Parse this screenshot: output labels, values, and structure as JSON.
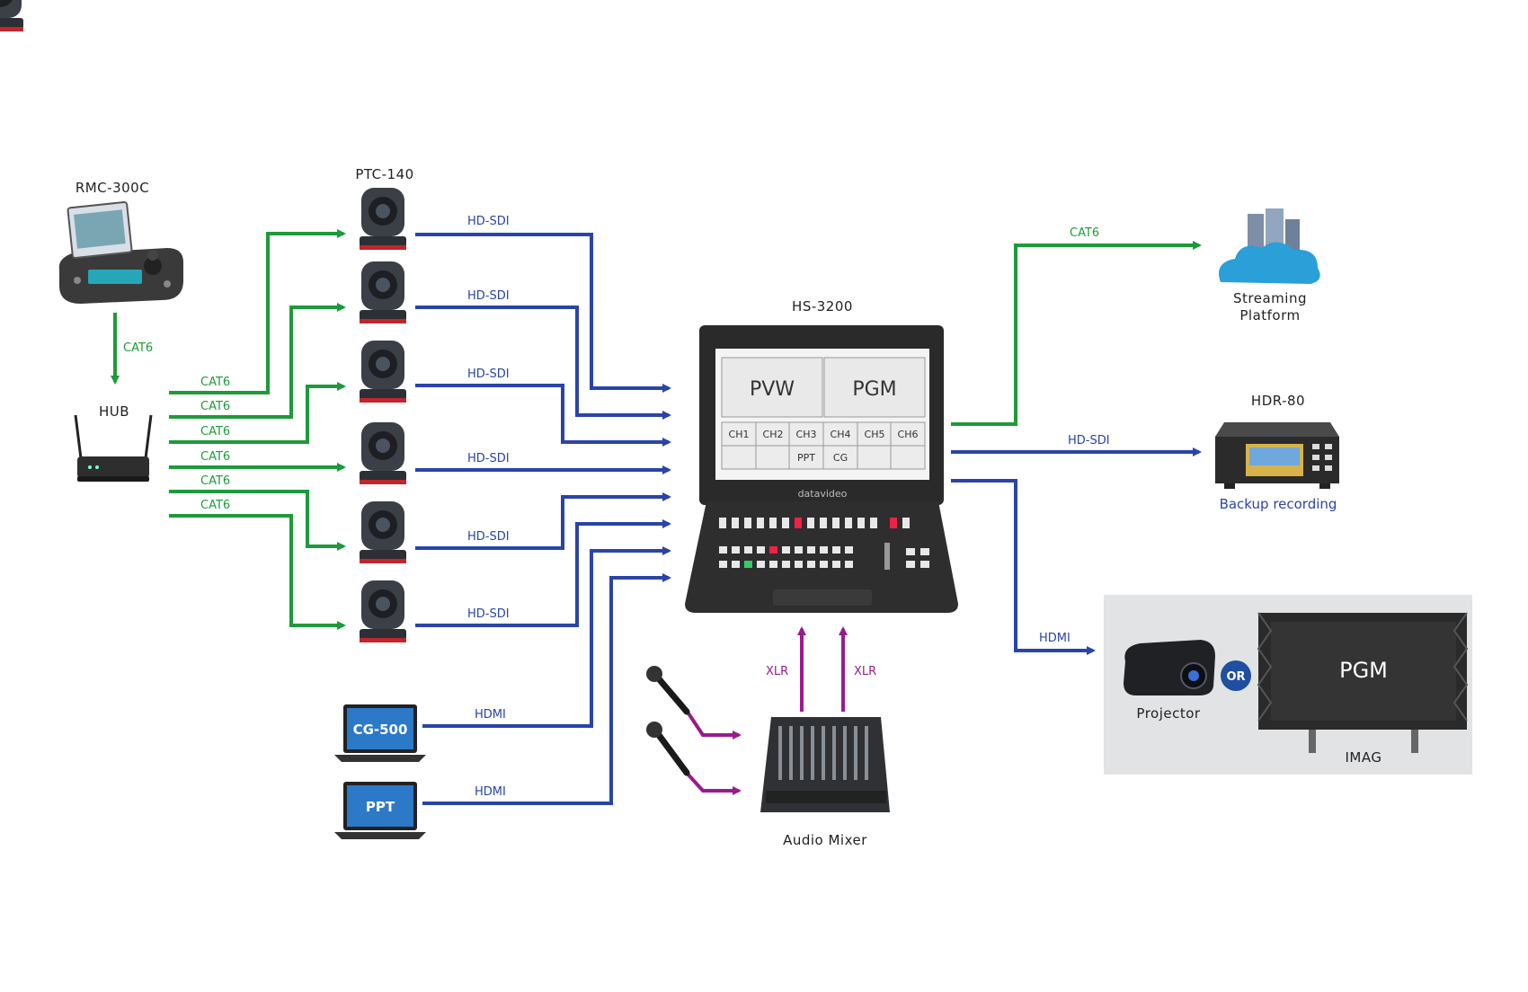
{
  "devices": {
    "rmc": "RMC-300C",
    "hub": "HUB",
    "ptc": "PTC-140",
    "switcher": "HS-3200",
    "streaming": [
      "Streaming",
      "Platform"
    ],
    "hdr": "HDR-80",
    "backup": "Backup recording",
    "projector": "Projector",
    "or": "OR",
    "imag_screen": "PGM",
    "imag": "IMAG",
    "cg_laptop": "CG-500",
    "ppt_laptop": "PPT",
    "audio_mixer": "Audio Mixer",
    "brand": "datavideo"
  },
  "switcher_screen": {
    "pvw": "PVW",
    "pgm": "PGM",
    "channels": [
      "CH1",
      "CH2",
      "CH3",
      "CH4",
      "CH5",
      "CH6"
    ],
    "row2": [
      "",
      "",
      "PPT",
      "CG",
      "",
      ""
    ]
  },
  "connections": {
    "cat6": "CAT6",
    "hdsdi": "HD-SDI",
    "hdmi": "HDMI",
    "xlr": "XLR"
  },
  "colors": {
    "cat6": "#1e9a3a",
    "video": "#2a44a8",
    "audio": "#9a1b8e",
    "device_dark": "#2b2b2b"
  }
}
